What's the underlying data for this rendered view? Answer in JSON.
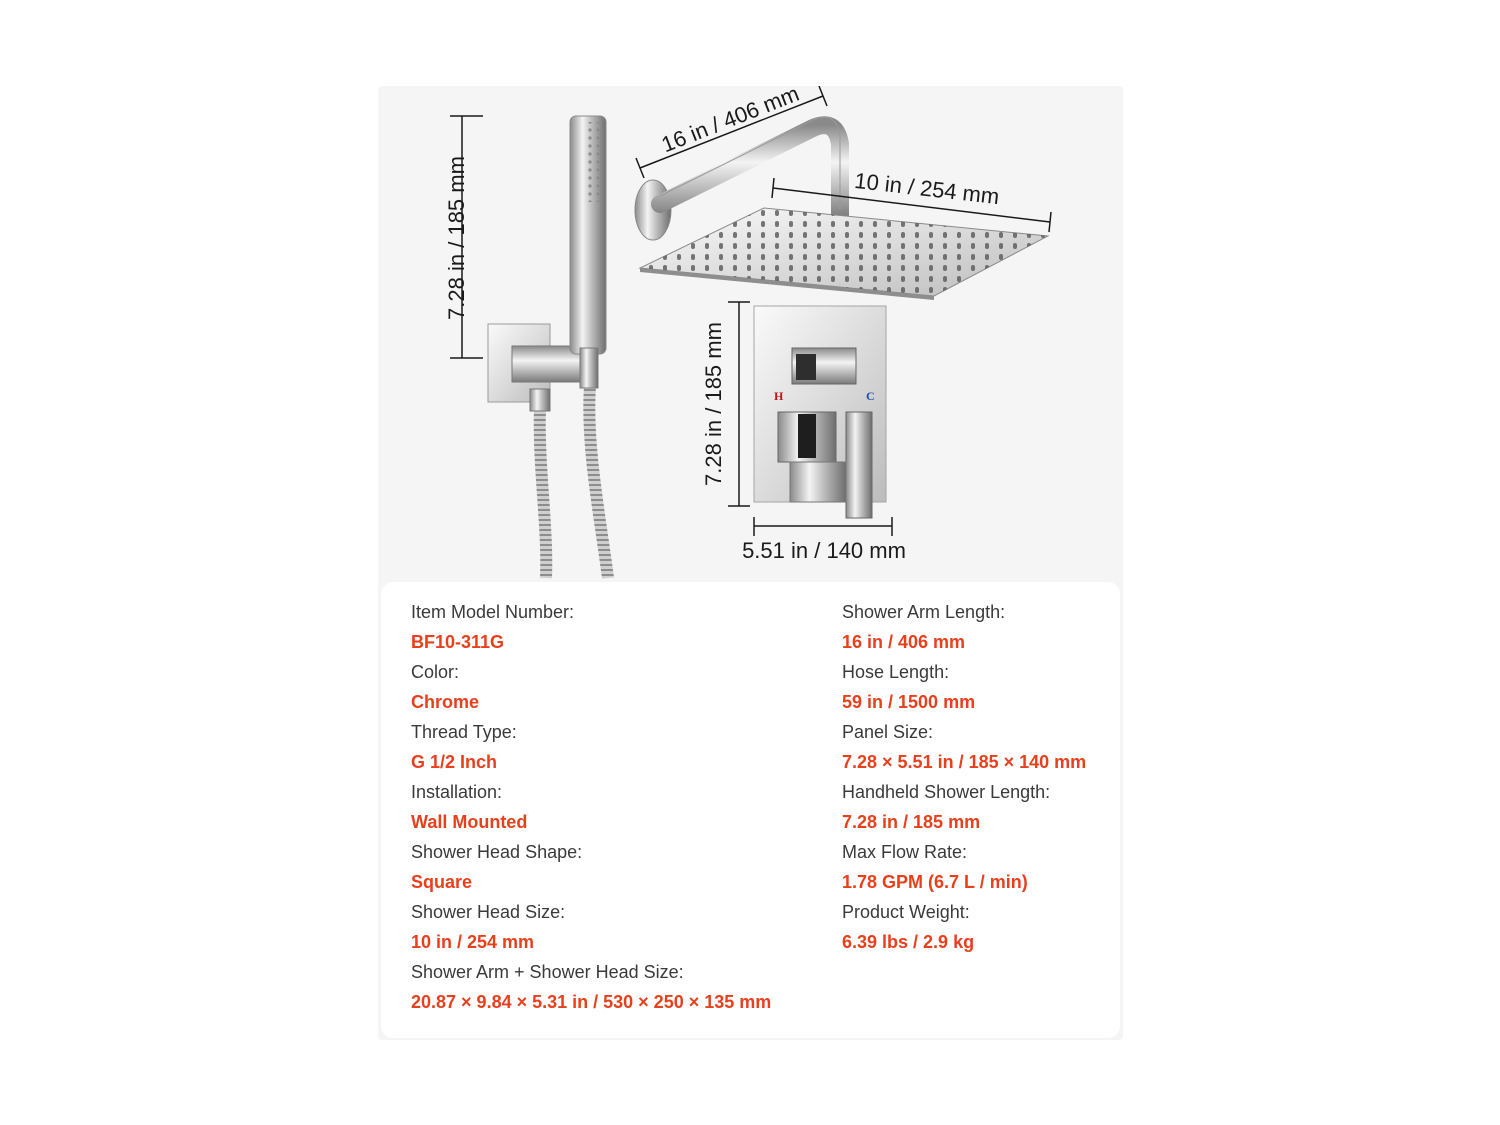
{
  "colors": {
    "accent": "#e8401c",
    "label": "#3a3a3a",
    "hot_mark": "#c0141c",
    "cold_mark": "#1f4fa8"
  },
  "dimensions": {
    "shower_arm": "16 in / 406 mm",
    "shower_head": "10 in / 254 mm",
    "handheld_height": "7.28 in / 185 mm",
    "panel_height": "7.28 in / 185 mm",
    "panel_width": "5.51 in / 140 mm"
  },
  "valve_marks": {
    "hot": "H",
    "cold": "C"
  },
  "specs": {
    "left": [
      {
        "label": "Item Model Number:",
        "value": "BF10-311G"
      },
      {
        "label": "Color:",
        "value": "Chrome"
      },
      {
        "label": "Thread Type:",
        "value": "G 1/2 Inch"
      },
      {
        "label": "Installation:",
        "value": "Wall Mounted"
      },
      {
        "label": "Shower Head Shape:",
        "value": "Square"
      },
      {
        "label": "Shower Head Size:",
        "value": "10 in / 254 mm"
      },
      {
        "label": "Shower Arm + Shower Head Size:",
        "value": "20.87 × 9.84 × 5.31 in / 530 × 250 × 135 mm"
      }
    ],
    "right": [
      {
        "label": "Shower Arm Length:",
        "value": "16 in / 406 mm"
      },
      {
        "label": "Hose Length:",
        "value": "59 in / 1500 mm"
      },
      {
        "label": "Panel Size:",
        "value": "7.28 × 5.51 in / 185 × 140 mm"
      },
      {
        "label": "Handheld Shower Length:",
        "value": "7.28 in / 185 mm"
      },
      {
        "label": "Max Flow Rate:",
        "value": "1.78 GPM (6.7 L / min)"
      },
      {
        "label": "Product Weight:",
        "value": "6.39 lbs / 2.9 kg"
      }
    ]
  }
}
